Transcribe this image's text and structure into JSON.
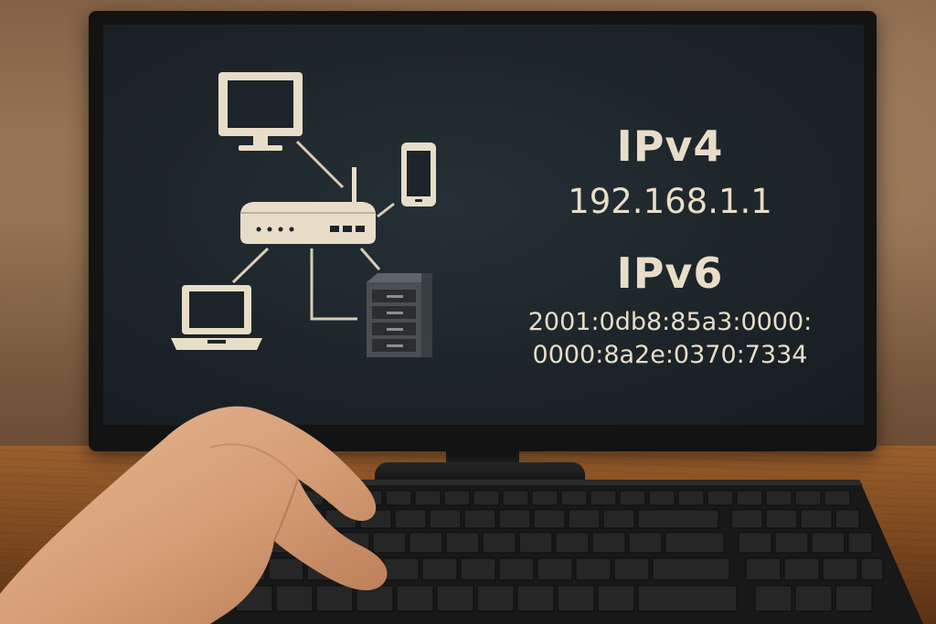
{
  "screen": {
    "ipv4": {
      "label": "IPv4",
      "address": "192.168.1.1"
    },
    "ipv6": {
      "label": "IPv6",
      "address_line1": "2001:0db8:85a3:0000:",
      "address_line2": "0000:8a2e:0370:7334"
    }
  },
  "diagram": {
    "devices": [
      "desktop-monitor-icon",
      "smartphone-icon",
      "router-icon",
      "laptop-icon",
      "server-icon"
    ],
    "icon_color": "#e8ddc8",
    "line_color": "#d8cdb8"
  },
  "colors": {
    "screen_bg": "#1c2429",
    "text": "#e8ddc8",
    "bezel": "#131313",
    "desk": "#7c4920"
  }
}
